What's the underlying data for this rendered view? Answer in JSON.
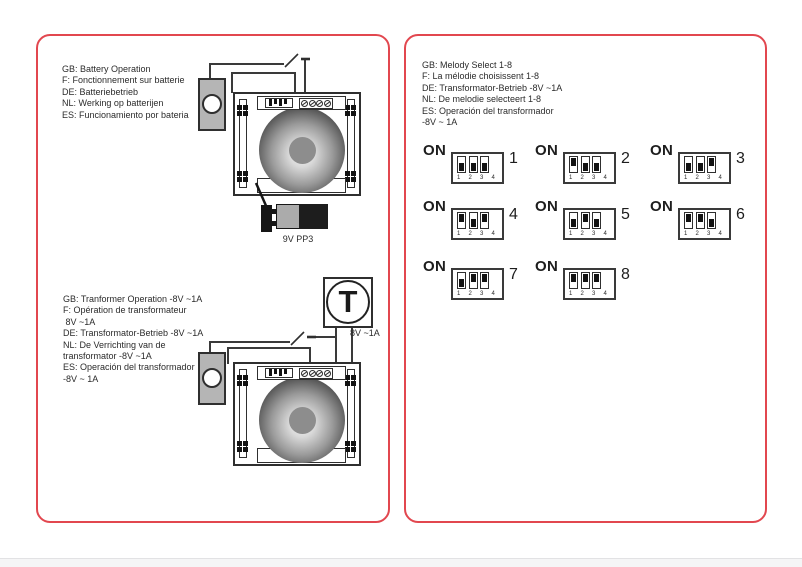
{
  "left_panel": {
    "battery_section": {
      "lines": [
        "GB: Battery Operation",
        "F: Fonctionnement sur batterie",
        "DE: Batteriebetrieb",
        "NL: Werking op batterijen",
        "ES: Funcionamiento por bateria"
      ],
      "battery_label": "9V PP3"
    },
    "transformer_section": {
      "lines": [
        "GB: Tranformer Operation -8V ~1A",
        "F: Opération de transformateur",
        " 8V ~1A",
        "DE: Transformator-Betrieb -8V ~1A",
        "NL: De Verrichting van de",
        "transformator -8V ~1A",
        "ES: Operación del transformador",
        "-8V ~ 1A"
      ],
      "transformer_symbol": "T",
      "transformer_rating": "8V ~1A"
    }
  },
  "right_panel": {
    "melody_section": {
      "lines": [
        "GB: Melody Select 1-8",
        "F: La mélodie choisissent 1-8",
        "DE: Transformator-Betrieb -8V ~1A",
        "NL: De melodie selecteert 1-8",
        "ES: Operación del transformador",
        "-8V ~ 1A"
      ]
    },
    "on_label": "ON",
    "dip_scale": [
      "1",
      "2",
      "3",
      "4"
    ],
    "melodies": [
      {
        "number": "1",
        "switches": [
          "off",
          "off",
          "off"
        ]
      },
      {
        "number": "2",
        "switches": [
          "on",
          "off",
          "off"
        ]
      },
      {
        "number": "3",
        "switches": [
          "off",
          "off",
          "on"
        ]
      },
      {
        "number": "4",
        "switches": [
          "on",
          "off",
          "on"
        ]
      },
      {
        "number": "5",
        "switches": [
          "off",
          "on",
          "off"
        ]
      },
      {
        "number": "6",
        "switches": [
          "on",
          "on",
          "off"
        ]
      },
      {
        "number": "7",
        "switches": [
          "off",
          "on",
          "on"
        ]
      },
      {
        "number": "8",
        "switches": [
          "on",
          "on",
          "on"
        ]
      }
    ]
  },
  "colors": {
    "panel_border": "#e2474f",
    "wire": "#3a3a3a",
    "button_gray": "#b5b5b5",
    "battery_gray": "#ababab"
  }
}
